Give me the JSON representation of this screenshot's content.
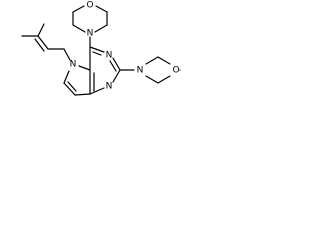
{
  "molecule": {
    "atoms": {
      "o_top": "O",
      "n_top": "N",
      "n_pyr_upper": "N",
      "n_pyr_lower": "N",
      "n_pyrrole": "N",
      "n_right": "N",
      "o_right": "O"
    }
  }
}
